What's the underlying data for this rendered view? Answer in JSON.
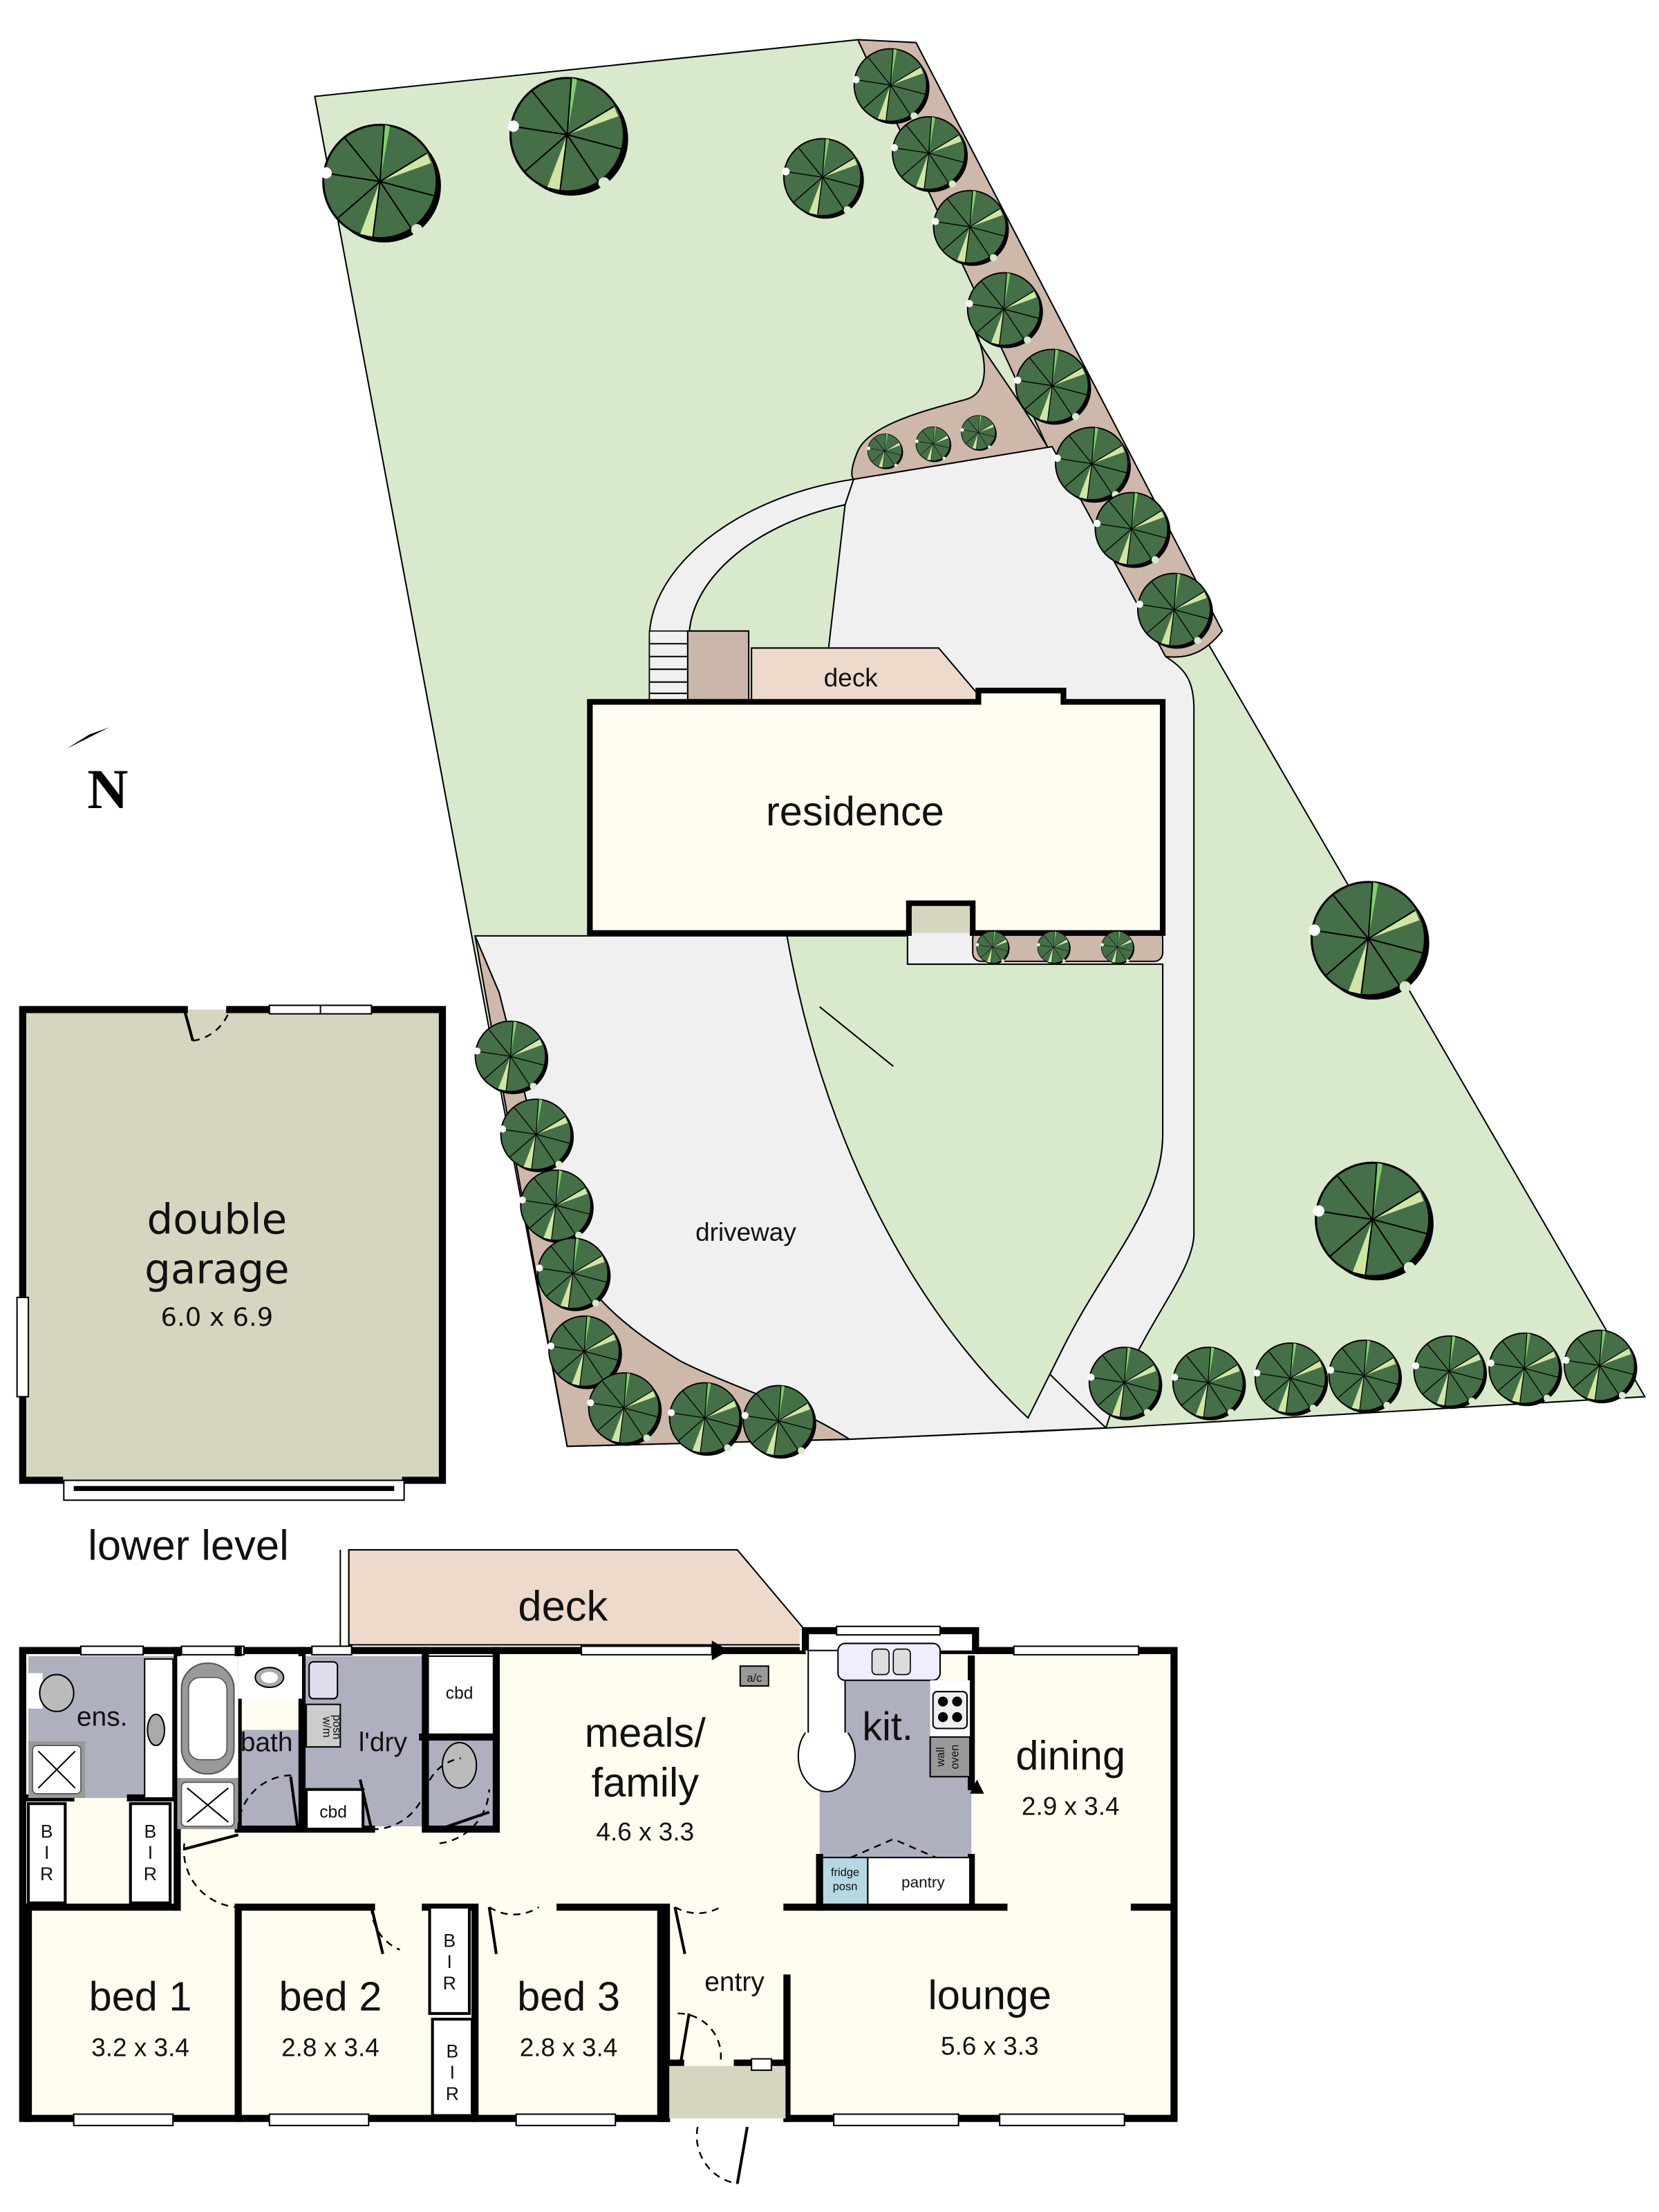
{
  "compass": {
    "label": "N"
  },
  "site_plan": {
    "residence_label": "residence",
    "deck_label": "deck",
    "driveway_label": "driveway",
    "colors": {
      "lawn": "#d9e9cc",
      "paving": "#f0f0f0",
      "garden_bed": "#cdb8aa",
      "deck": "#eddaca",
      "building": "#fffcf0",
      "tree": "#456f47",
      "tree_highlight": "#cfe6a3",
      "landing": "#d6d6c0"
    }
  },
  "garage": {
    "name": "double garage",
    "name_line1": "double",
    "name_line2": "garage",
    "dimensions": "6.0 x 6.9",
    "level_label": "lower level",
    "color": "#d6d6c0"
  },
  "floor_plan": {
    "deck_label": "deck",
    "rooms": [
      {
        "id": "ens",
        "name": "ens.",
        "dimensions": ""
      },
      {
        "id": "bath",
        "name": "bath",
        "dimensions": ""
      },
      {
        "id": "ldry",
        "name": "l'dry",
        "dimensions": ""
      },
      {
        "id": "meals",
        "name_line1": "meals/",
        "name_line2": "family",
        "dimensions": "4.6 x 3.3"
      },
      {
        "id": "kit",
        "name": "kit.",
        "dimensions": ""
      },
      {
        "id": "dining",
        "name": "dining",
        "dimensions": "2.9 x 3.4"
      },
      {
        "id": "bed1",
        "name": "bed 1",
        "dimensions": "3.2 x 3.4"
      },
      {
        "id": "bed2",
        "name": "bed 2",
        "dimensions": "2.8 x 3.4"
      },
      {
        "id": "bed3",
        "name": "bed 3",
        "dimensions": "2.8 x 3.4"
      },
      {
        "id": "entry",
        "name": "entry",
        "dimensions": ""
      },
      {
        "id": "lounge",
        "name": "lounge",
        "dimensions": "5.6 x 3.3"
      }
    ],
    "fixtures": {
      "cbd": "cbd",
      "bir_letters": [
        "B",
        "I",
        "R"
      ],
      "ac": "a/c",
      "wm_line1": "w/m",
      "wm_line2": "posn",
      "wall_oven_line1": "wall",
      "wall_oven_line2": "oven",
      "fridge_line1": "fridge",
      "fridge_line2": "posn",
      "pantry": "pantry"
    },
    "colors": {
      "living": "#fffcf0",
      "wet_area": "#aeb0c0",
      "deck": "#eddaca",
      "porch": "#d6d6c0",
      "fridge": "#b6d8e2"
    }
  }
}
